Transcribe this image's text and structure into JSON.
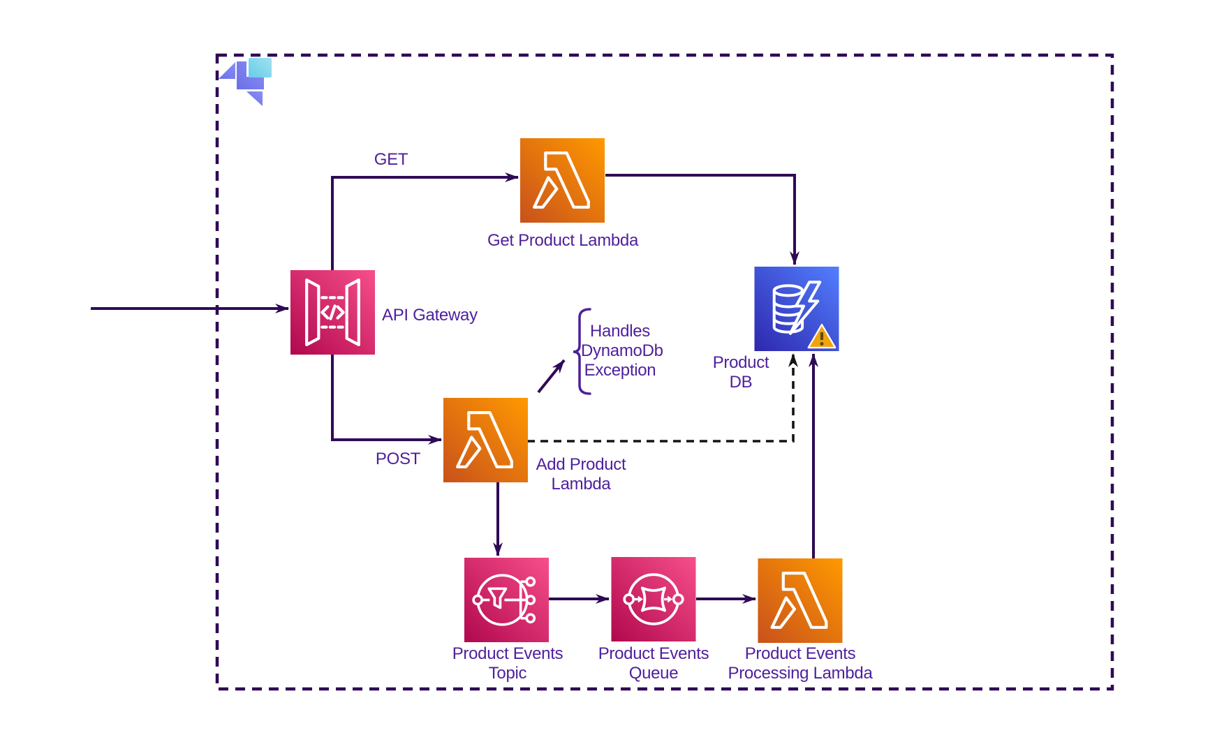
{
  "colors": {
    "arrow": "#2f0a55",
    "dashed_line": "#141414",
    "text": "#4e1f9c",
    "border": "#2f0a55",
    "lambda_from": "#c8511b",
    "lambda_to": "#ff9900",
    "pink_from": "#b0084d",
    "pink_to": "#f74f8b",
    "blue_from": "#2e27ad",
    "blue_to": "#527fff",
    "warning": "#f1a30b"
  },
  "diagram": {
    "nodes": [
      {
        "id": "api-gateway",
        "label": "API Gateway",
        "service": "api-gateway"
      },
      {
        "id": "get-product-lambda",
        "label": "Get Product Lambda",
        "service": "lambda"
      },
      {
        "id": "add-product-lambda",
        "label": "Add Product Lambda",
        "service": "lambda"
      },
      {
        "id": "product-db",
        "label": "Product DB",
        "service": "dynamodb",
        "badge": "warning"
      },
      {
        "id": "product-events-topic",
        "label": "Product Events Topic",
        "service": "sns-topic"
      },
      {
        "id": "product-events-queue",
        "label": "Product Events Queue",
        "service": "sqs-queue"
      },
      {
        "id": "product-events-processing-lambda",
        "label": "Product Events Processing Lambda",
        "service": "lambda"
      }
    ],
    "edge_labels": {
      "get": "GET",
      "post": "POST"
    },
    "annotation": "Handles DynamoDb Exception"
  }
}
